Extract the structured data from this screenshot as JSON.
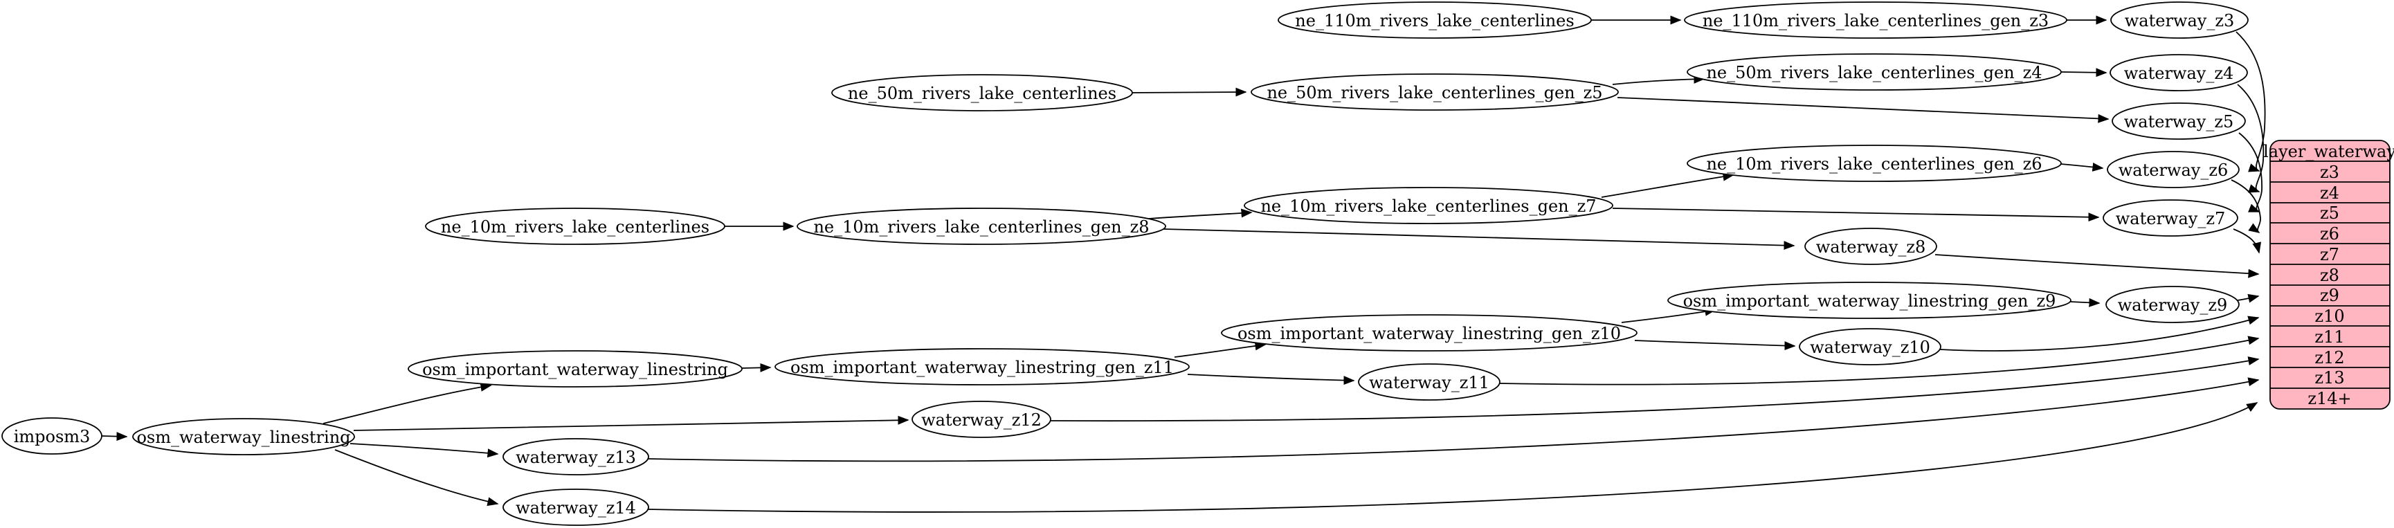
{
  "colors": {
    "background": "#ffffff",
    "node_fill": "#ffffff",
    "node_stroke": "#000000",
    "edge": "#000000",
    "table_fill": "#ffb6c1",
    "table_stroke": "#000000",
    "text": "#000000"
  },
  "nodes": {
    "imposm3": {
      "label": "imposm3"
    },
    "osm_waterway_linestring": {
      "label": "osm_waterway_linestring"
    },
    "osm_important_waterway_linestring": {
      "label": "osm_important_waterway_linestring"
    },
    "osm_important_waterway_linestring_gen_z11": {
      "label": "osm_important_waterway_linestring_gen_z11"
    },
    "osm_important_waterway_linestring_gen_z10": {
      "label": "osm_important_waterway_linestring_gen_z10"
    },
    "osm_important_waterway_linestring_gen_z9": {
      "label": "osm_important_waterway_linestring_gen_z9"
    },
    "ne_110m_rivers_lake_centerlines": {
      "label": "ne_110m_rivers_lake_centerlines"
    },
    "ne_110m_rivers_lake_centerlines_gen_z3": {
      "label": "ne_110m_rivers_lake_centerlines_gen_z3"
    },
    "ne_50m_rivers_lake_centerlines": {
      "label": "ne_50m_rivers_lake_centerlines"
    },
    "ne_50m_rivers_lake_centerlines_gen_z5": {
      "label": "ne_50m_rivers_lake_centerlines_gen_z5"
    },
    "ne_50m_rivers_lake_centerlines_gen_z4": {
      "label": "ne_50m_rivers_lake_centerlines_gen_z4"
    },
    "ne_10m_rivers_lake_centerlines": {
      "label": "ne_10m_rivers_lake_centerlines"
    },
    "ne_10m_rivers_lake_centerlines_gen_z8": {
      "label": "ne_10m_rivers_lake_centerlines_gen_z8"
    },
    "ne_10m_rivers_lake_centerlines_gen_z7": {
      "label": "ne_10m_rivers_lake_centerlines_gen_z7"
    },
    "ne_10m_rivers_lake_centerlines_gen_z6": {
      "label": "ne_10m_rivers_lake_centerlines_gen_z6"
    },
    "waterway_z3": {
      "label": "waterway_z3"
    },
    "waterway_z4": {
      "label": "waterway_z4"
    },
    "waterway_z5": {
      "label": "waterway_z5"
    },
    "waterway_z6": {
      "label": "waterway_z6"
    },
    "waterway_z7": {
      "label": "waterway_z7"
    },
    "waterway_z8": {
      "label": "waterway_z8"
    },
    "waterway_z9": {
      "label": "waterway_z9"
    },
    "waterway_z10": {
      "label": "waterway_z10"
    },
    "waterway_z11": {
      "label": "waterway_z11"
    },
    "waterway_z12": {
      "label": "waterway_z12"
    },
    "waterway_z13": {
      "label": "waterway_z13"
    },
    "waterway_z14": {
      "label": "waterway_z14"
    }
  },
  "table": {
    "title": "layer_waterway",
    "rows": [
      "z3",
      "z4",
      "z5",
      "z6",
      "z7",
      "z8",
      "z9",
      "z10",
      "z11",
      "z12",
      "z13",
      "z14+"
    ]
  },
  "edges": [
    {
      "from": "imposm3",
      "to": "osm_waterway_linestring"
    },
    {
      "from": "osm_waterway_linestring",
      "to": "osm_important_waterway_linestring"
    },
    {
      "from": "osm_waterway_linestring",
      "to": "waterway_z12"
    },
    {
      "from": "osm_waterway_linestring",
      "to": "waterway_z13"
    },
    {
      "from": "osm_waterway_linestring",
      "to": "waterway_z14"
    },
    {
      "from": "ne_110m_rivers_lake_centerlines",
      "to": "ne_110m_rivers_lake_centerlines_gen_z3"
    },
    {
      "from": "ne_110m_rivers_lake_centerlines_gen_z3",
      "to": "waterway_z3"
    },
    {
      "from": "ne_50m_rivers_lake_centerlines",
      "to": "ne_50m_rivers_lake_centerlines_gen_z5"
    },
    {
      "from": "ne_50m_rivers_lake_centerlines_gen_z5",
      "to": "ne_50m_rivers_lake_centerlines_gen_z4"
    },
    {
      "from": "ne_50m_rivers_lake_centerlines_gen_z5",
      "to": "waterway_z5"
    },
    {
      "from": "ne_50m_rivers_lake_centerlines_gen_z4",
      "to": "waterway_z4"
    },
    {
      "from": "ne_10m_rivers_lake_centerlines",
      "to": "ne_10m_rivers_lake_centerlines_gen_z8"
    },
    {
      "from": "ne_10m_rivers_lake_centerlines_gen_z8",
      "to": "ne_10m_rivers_lake_centerlines_gen_z7"
    },
    {
      "from": "ne_10m_rivers_lake_centerlines_gen_z8",
      "to": "waterway_z8"
    },
    {
      "from": "ne_10m_rivers_lake_centerlines_gen_z7",
      "to": "ne_10m_rivers_lake_centerlines_gen_z6"
    },
    {
      "from": "ne_10m_rivers_lake_centerlines_gen_z7",
      "to": "waterway_z7"
    },
    {
      "from": "ne_10m_rivers_lake_centerlines_gen_z6",
      "to": "waterway_z6"
    },
    {
      "from": "osm_important_waterway_linestring",
      "to": "osm_important_waterway_linestring_gen_z11"
    },
    {
      "from": "osm_important_waterway_linestring_gen_z11",
      "to": "osm_important_waterway_linestring_gen_z10"
    },
    {
      "from": "osm_important_waterway_linestring_gen_z11",
      "to": "waterway_z11"
    },
    {
      "from": "osm_important_waterway_linestring_gen_z10",
      "to": "osm_important_waterway_linestring_gen_z9"
    },
    {
      "from": "osm_important_waterway_linestring_gen_z10",
      "to": "waterway_z10"
    },
    {
      "from": "osm_important_waterway_linestring_gen_z9",
      "to": "waterway_z9"
    },
    {
      "from": "waterway_z3",
      "to": "layer_waterway.z3"
    },
    {
      "from": "waterway_z4",
      "to": "layer_waterway.z4"
    },
    {
      "from": "waterway_z5",
      "to": "layer_waterway.z5"
    },
    {
      "from": "waterway_z6",
      "to": "layer_waterway.z6"
    },
    {
      "from": "waterway_z7",
      "to": "layer_waterway.z7"
    },
    {
      "from": "waterway_z8",
      "to": "layer_waterway.z8"
    },
    {
      "from": "waterway_z9",
      "to": "layer_waterway.z9"
    },
    {
      "from": "waterway_z10",
      "to": "layer_waterway.z10"
    },
    {
      "from": "waterway_z11",
      "to": "layer_waterway.z11"
    },
    {
      "from": "waterway_z12",
      "to": "layer_waterway.z12"
    },
    {
      "from": "waterway_z13",
      "to": "layer_waterway.z13"
    },
    {
      "from": "waterway_z14",
      "to": "layer_waterway.z14+"
    }
  ]
}
